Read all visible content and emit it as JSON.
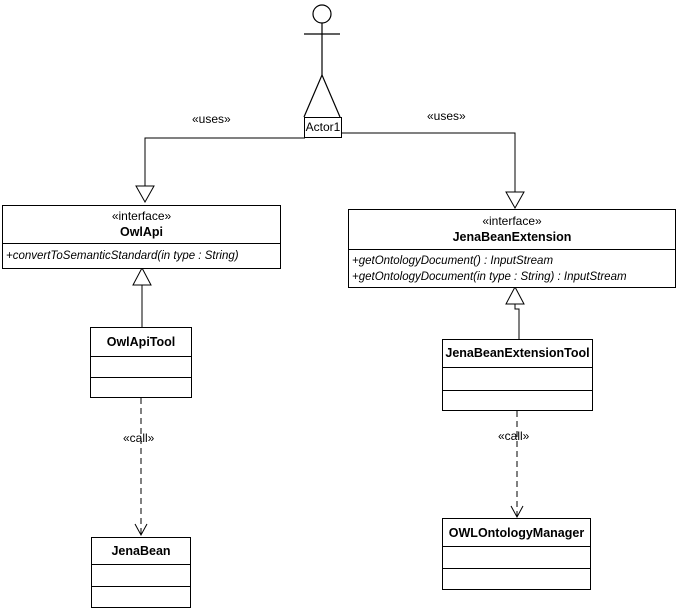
{
  "actor": {
    "name": "Actor1"
  },
  "edges": {
    "uses_left": "«uses»",
    "uses_right": "«uses»",
    "call_left": "«call»",
    "call_right": "«call»"
  },
  "classes": {
    "owl_api": {
      "stereotype": "«interface»",
      "name": "OwlApi",
      "operations": [
        "+convertToSemanticStandard(in type : String)"
      ]
    },
    "jena_bean_extension": {
      "stereotype": "«interface»",
      "name": "JenaBeanExtension",
      "operations": [
        "+getOntologyDocument() : InputStream",
        "+getOntologyDocument(in type : String) : InputStream"
      ]
    },
    "owl_api_tool": {
      "name": "OwlApiTool"
    },
    "jena_bean_extension_tool": {
      "name": "JenaBeanExtensionTool"
    },
    "jena_bean": {
      "name": "JenaBean"
    },
    "owl_ontology_manager": {
      "name": "OWLOntologyManager"
    }
  }
}
